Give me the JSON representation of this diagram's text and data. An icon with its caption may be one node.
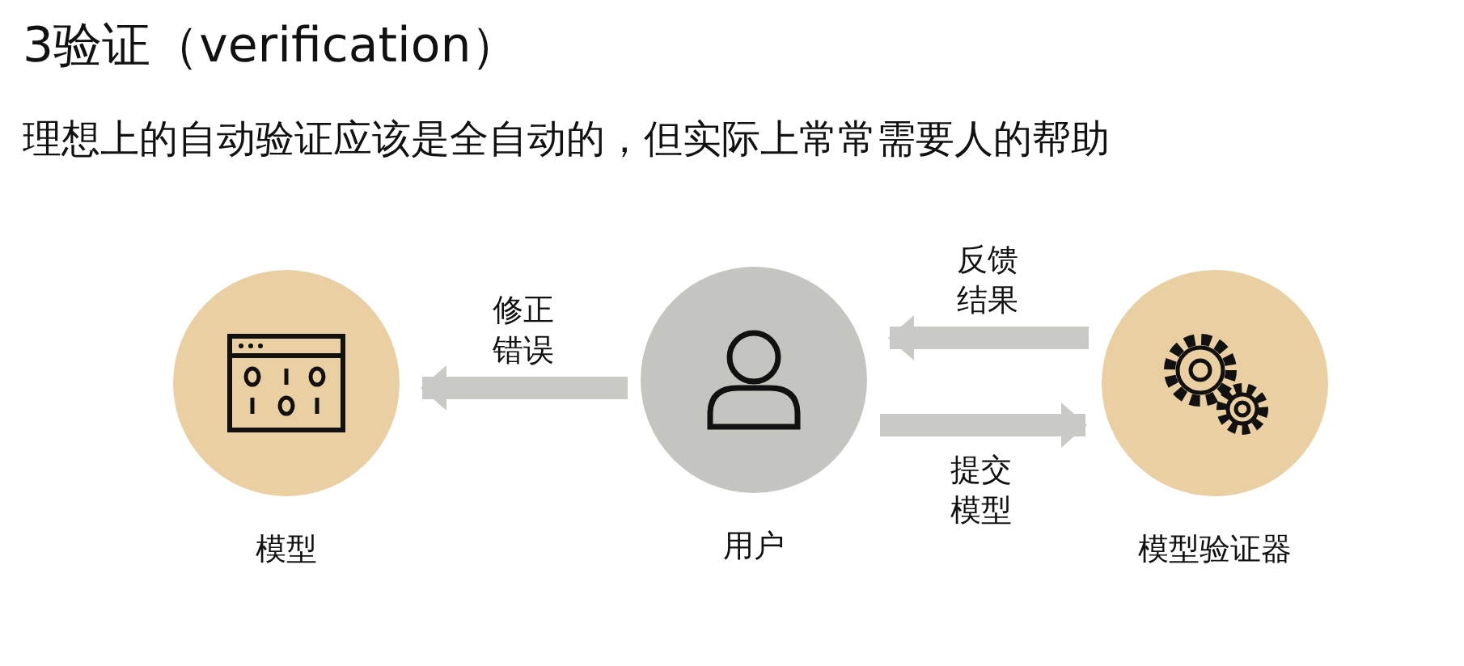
{
  "diagram": {
    "title": "3验证（verification）",
    "nodes": [
      {
        "text": [
          "模型"
        ]
      },
      {
        "text": [
          "用户"
        ]
      },
      {
        "text": [
          "模型验证器"
        ]
      }
    ],
    "edges": [
      {
        "from": 1,
        "to": 0,
        "arrow": "to",
        "label": "修正错误"
      },
      {
        "from": 2,
        "to": 1,
        "arrow": "to",
        "label": "反馈结果"
      },
      {
        "from": 1,
        "to": 2,
        "arrow": "to",
        "label": "提交模型"
      }
    ],
    "labels": [
      "理想上的自动验证应该是全自动的，但实际上常常需要人的帮助"
    ]
  }
}
